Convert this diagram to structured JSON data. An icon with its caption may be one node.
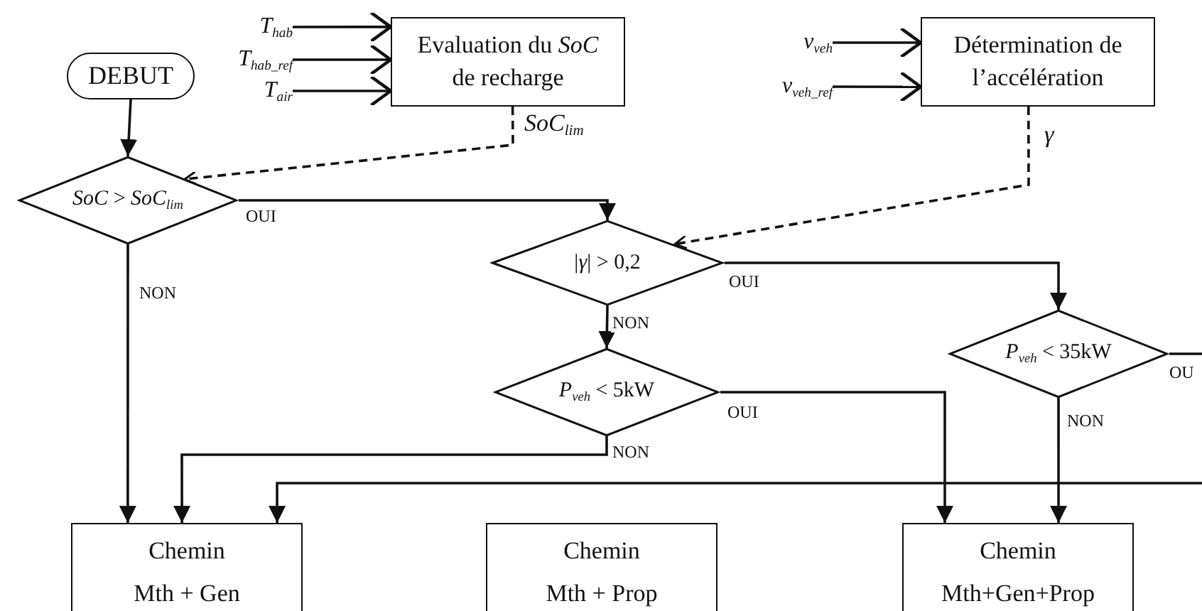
{
  "diagram": {
    "nodes": [
      {
        "text": [
          "T$_{hab}$"
        ]
      },
      {
        "text": [
          "T$_{hab_ref}$"
        ]
      },
      {
        "text": [
          "T$_{air}$"
        ]
      },
      {
        "text": [
          "Evaluation du *SoC* de recharge"
        ]
      },
      {
        "text": [
          "v$_{veh}$"
        ]
      },
      {
        "text": [
          "v$_{veh_ref}$"
        ]
      },
      {
        "text": [
          "Détermination de l’accélération"
        ]
      },
      {
        "text": [
          "DEBUT"
        ]
      },
      {
        "text": [
          "*SoC* > *SoC*$_{lim}$"
        ]
      },
      {
        "text": [
          "|*γ*| > 0,2"
        ]
      },
      {
        "text": [
          "*P*$_{veh}$ < 5kW"
        ]
      },
      {
        "text": [
          "*P*$_{veh}$ < 35kW"
        ]
      },
      {
        "text": [
          "Chemin",
          "Mth + Gen"
        ]
      },
      {
        "text": [
          "Chemin",
          "Mth + Prop"
        ]
      },
      {
        "text": [
          "Chemin",
          "Mth+Gen+Prop"
        ]
      }
    ],
    "edges": [
      {
        "from": 0,
        "to": 3,
        "arrow": "to"
      },
      {
        "from": 1,
        "to": 3,
        "arrow": "to"
      },
      {
        "from": 2,
        "to": 3,
        "arrow": "to"
      },
      {
        "from": 4,
        "to": 6,
        "arrow": "to"
      },
      {
        "from": 5,
        "to": 6,
        "arrow": "to"
      },
      {
        "from": 3,
        "to": 8,
        "arrow": "to",
        "label": "SoC$_{lim}$",
        "style": "dashed"
      },
      {
        "from": 6,
        "to": 9,
        "arrow": "to",
        "label": "γ",
        "style": "dashed"
      },
      {
        "from": 7,
        "to": 8,
        "arrow": "to"
      },
      {
        "from": 8,
        "to": 9,
        "arrow": "to",
        "label": "OUI"
      },
      {
        "from": 8,
        "to": 12,
        "arrow": "to",
        "label": "NON"
      },
      {
        "from": 9,
        "to": 11,
        "arrow": "to",
        "label": "OUI"
      },
      {
        "from": 9,
        "to": 10,
        "arrow": "to",
        "label": "NON"
      },
      {
        "from": 10,
        "to": 14,
        "arrow": "to",
        "label": "OUI"
      },
      {
        "from": 10,
        "to": 12,
        "arrow": "to",
        "label": "NON"
      },
      {
        "from": 11,
        "to": 14,
        "arrow": "to",
        "label": "NON"
      },
      {
        "from": 11,
        "to": null,
        "arrow": "none",
        "label": "OU"
      },
      {
        "from": null,
        "to": 12,
        "arrow": "to"
      }
    ]
  }
}
